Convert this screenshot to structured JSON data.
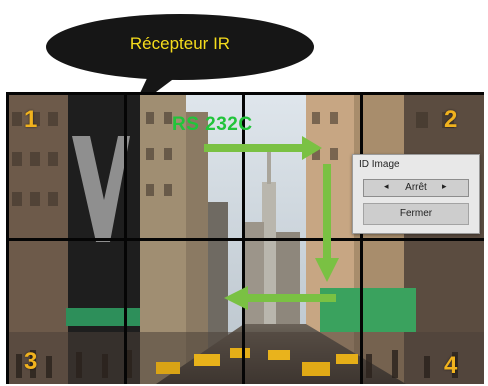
{
  "callout": {
    "label": "Récepteur IR"
  },
  "wall": {
    "corner_numbers": [
      "1",
      "2",
      "3",
      "4"
    ],
    "connection_label": "RS 232C"
  },
  "osd": {
    "title": "ID Image",
    "value": "Arrêt",
    "left_arrow": "◂",
    "right_arrow": "▸",
    "close_label": "Fermer"
  },
  "colors": {
    "arrow": "#7ac143",
    "number": "#f0b21e",
    "callout_text": "#f5dc1c",
    "rs_label": "#22c43a"
  }
}
